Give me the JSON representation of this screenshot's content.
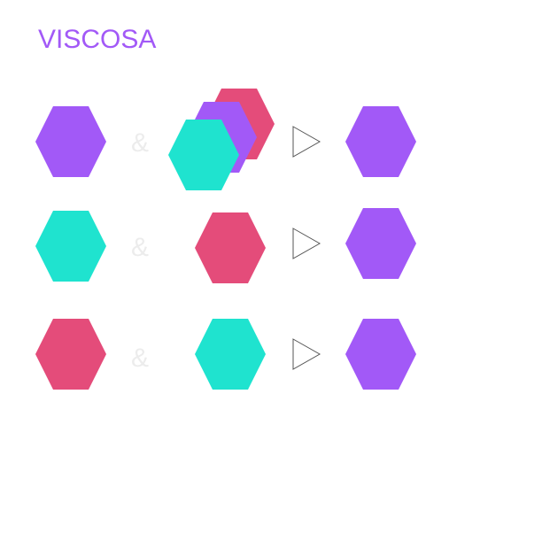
{
  "title": "VISCOSA",
  "colors": {
    "purple": "#a259f7",
    "teal": "#1fe3cf",
    "pink": "#e44c7a",
    "ampersand": "#ececec",
    "arrow_stroke": "#555555"
  },
  "ampersand": "&",
  "rows": [
    {
      "left": "purple",
      "right_stack": [
        "pink",
        "purple",
        "teal"
      ],
      "result": "purple"
    },
    {
      "left": "teal",
      "right_stack": [
        "pink"
      ],
      "result": "purple"
    },
    {
      "left": "pink",
      "right_stack": [
        "teal"
      ],
      "result": "purple"
    }
  ]
}
